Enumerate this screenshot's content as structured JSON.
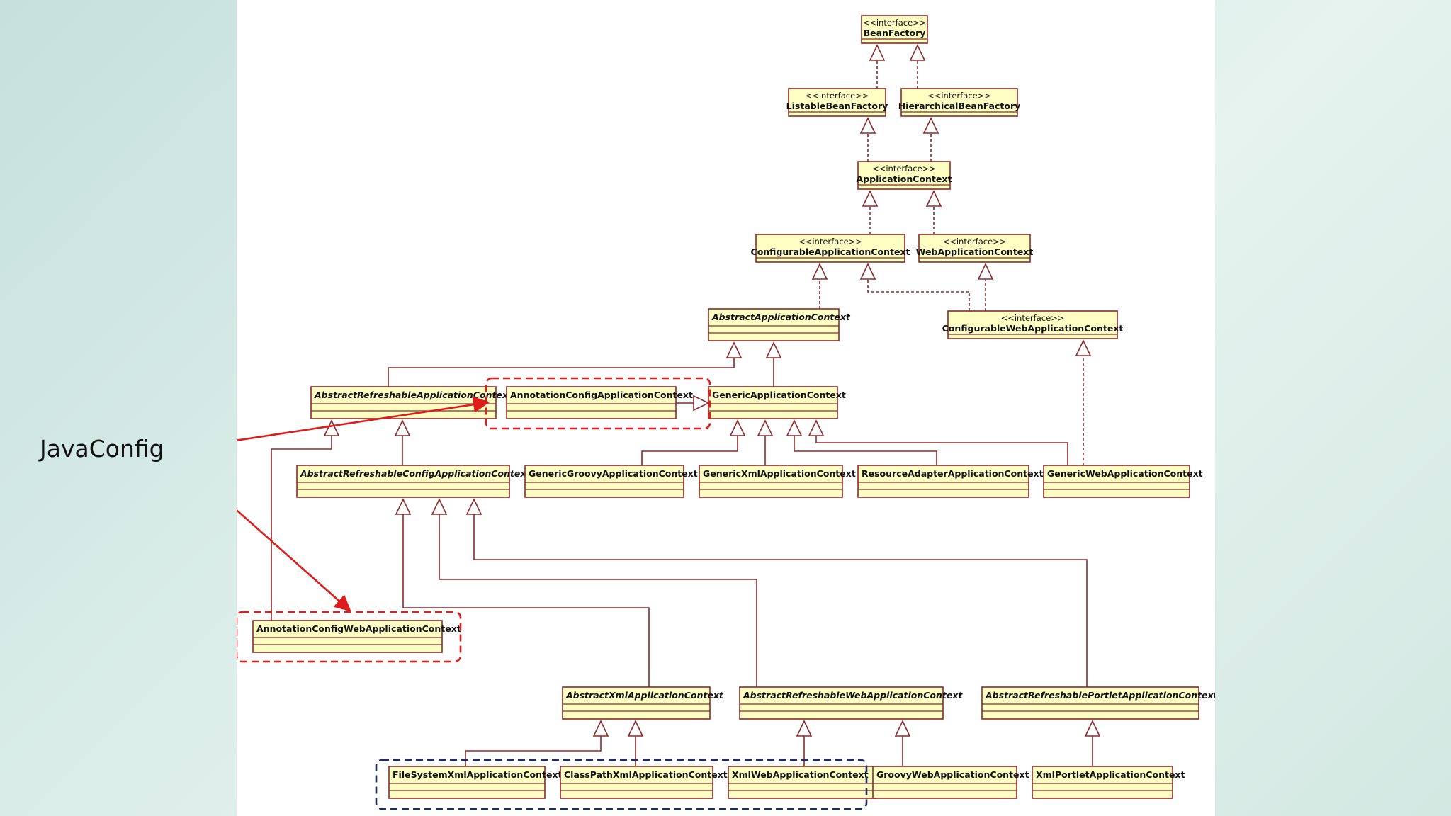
{
  "callout": {
    "label": "JavaConfig"
  },
  "stereotype": "<<interface>>",
  "colors": {
    "box_fill": "#ffffc4",
    "box_stroke": "#8b2a2a",
    "inherit_line": "#8b2a2a",
    "callout": "#e01b1b",
    "group_red": "#e01b1b",
    "group_blue": "#1f2d5c"
  },
  "classes": [
    {
      "id": "BeanFactory",
      "label": "BeanFactory",
      "interface": true
    },
    {
      "id": "ListableBeanFactory",
      "label": "ListableBeanFactory",
      "interface": true
    },
    {
      "id": "HierarchicalBeanFactory",
      "label": "HierarchicalBeanFactory",
      "interface": true
    },
    {
      "id": "ApplicationContext",
      "label": "ApplicationContext",
      "interface": true
    },
    {
      "id": "ConfigurableApplicationContext",
      "label": "ConfigurableApplicationContext",
      "interface": true
    },
    {
      "id": "WebApplicationContext",
      "label": "WebApplicationContext",
      "interface": true
    },
    {
      "id": "AbstractApplicationContext",
      "label": "AbstractApplicationContext",
      "abstract": true
    },
    {
      "id": "ConfigurableWebApplicationContext",
      "label": "ConfigurableWebApplicationContext",
      "interface": true
    },
    {
      "id": "AbstractRefreshableApplicationContext",
      "label": "AbstractRefreshableApplicationContext",
      "abstract": true
    },
    {
      "id": "AnnotationConfigApplicationContext",
      "label": "AnnotationConfigApplicationContext"
    },
    {
      "id": "GenericApplicationContext",
      "label": "GenericApplicationContext"
    },
    {
      "id": "AbstractRefreshableConfigApplicationContext",
      "label": "AbstractRefreshableConfigApplicationContext",
      "abstract": true
    },
    {
      "id": "GenericGroovyApplicationContext",
      "label": "GenericGroovyApplicationContext"
    },
    {
      "id": "GenericXmlApplicationContext",
      "label": "GenericXmlApplicationContext"
    },
    {
      "id": "ResourceAdapterApplicationContext",
      "label": "ResourceAdapterApplicationContext"
    },
    {
      "id": "GenericWebApplicationContext",
      "label": "GenericWebApplicationContext"
    },
    {
      "id": "AnnotationConfigWebApplicationContext",
      "label": "AnnotationConfigWebApplicationContext"
    },
    {
      "id": "AbstractXmlApplicationContext",
      "label": "AbstractXmlApplicationContext",
      "abstract": true
    },
    {
      "id": "AbstractRefreshableWebApplicationContext",
      "label": "AbstractRefreshableWebApplicationContext",
      "abstract": true
    },
    {
      "id": "AbstractRefreshablePortletApplicationContext",
      "label": "AbstractRefreshablePortletApplicationContext",
      "abstract": true
    },
    {
      "id": "FileSystemXmlApplicationContext",
      "label": "FileSystemXmlApplicationContext"
    },
    {
      "id": "ClassPathXmlApplicationContext",
      "label": "ClassPathXmlApplicationContext"
    },
    {
      "id": "XmlWebApplicationContext",
      "label": "XmlWebApplicationContext"
    },
    {
      "id": "GroovyWebApplicationContext",
      "label": "GroovyWebApplicationContext"
    },
    {
      "id": "XmlPortletApplicationContext",
      "label": "XmlPortletApplicationContext"
    }
  ],
  "relations": [
    {
      "from": "ListableBeanFactory",
      "to": "BeanFactory",
      "kind": "realization"
    },
    {
      "from": "HierarchicalBeanFactory",
      "to": "BeanFactory",
      "kind": "realization"
    },
    {
      "from": "ApplicationContext",
      "to": "ListableBeanFactory",
      "kind": "realization"
    },
    {
      "from": "ApplicationContext",
      "to": "HierarchicalBeanFactory",
      "kind": "realization"
    },
    {
      "from": "ConfigurableApplicationContext",
      "to": "ApplicationContext",
      "kind": "realization"
    },
    {
      "from": "WebApplicationContext",
      "to": "ApplicationContext",
      "kind": "realization"
    },
    {
      "from": "AbstractApplicationContext",
      "to": "ConfigurableApplicationContext",
      "kind": "realization"
    },
    {
      "from": "ConfigurableWebApplicationContext",
      "to": "ConfigurableApplicationContext",
      "kind": "realization"
    },
    {
      "from": "ConfigurableWebApplicationContext",
      "to": "WebApplicationContext",
      "kind": "realization"
    },
    {
      "from": "AbstractRefreshableApplicationContext",
      "to": "AbstractApplicationContext",
      "kind": "generalization"
    },
    {
      "from": "GenericApplicationContext",
      "to": "AbstractApplicationContext",
      "kind": "generalization"
    },
    {
      "from": "AnnotationConfigApplicationContext",
      "to": "GenericApplicationContext",
      "kind": "generalization"
    },
    {
      "from": "AbstractRefreshableConfigApplicationContext",
      "to": "AbstractRefreshableApplicationContext",
      "kind": "generalization"
    },
    {
      "from": "AnnotationConfigWebApplicationContext",
      "to": "AbstractRefreshableApplicationContext",
      "kind": "generalization"
    },
    {
      "from": "GenericGroovyApplicationContext",
      "to": "GenericApplicationContext",
      "kind": "generalization"
    },
    {
      "from": "GenericXmlApplicationContext",
      "to": "GenericApplicationContext",
      "kind": "generalization"
    },
    {
      "from": "ResourceAdapterApplicationContext",
      "to": "GenericApplicationContext",
      "kind": "generalization"
    },
    {
      "from": "GenericWebApplicationContext",
      "to": "GenericApplicationContext",
      "kind": "generalization"
    },
    {
      "from": "GenericWebApplicationContext",
      "to": "ConfigurableWebApplicationContext",
      "kind": "realization"
    },
    {
      "from": "AbstractXmlApplicationContext",
      "to": "AbstractRefreshableConfigApplicationContext",
      "kind": "generalization"
    },
    {
      "from": "AbstractRefreshableWebApplicationContext",
      "to": "AbstractRefreshableConfigApplicationContext",
      "kind": "generalization"
    },
    {
      "from": "AbstractRefreshablePortletApplicationContext",
      "to": "AbstractRefreshableConfigApplicationContext",
      "kind": "generalization"
    },
    {
      "from": "FileSystemXmlApplicationContext",
      "to": "AbstractXmlApplicationContext",
      "kind": "generalization"
    },
    {
      "from": "ClassPathXmlApplicationContext",
      "to": "AbstractXmlApplicationContext",
      "kind": "generalization"
    },
    {
      "from": "XmlWebApplicationContext",
      "to": "AbstractRefreshableWebApplicationContext",
      "kind": "generalization"
    },
    {
      "from": "GroovyWebApplicationContext",
      "to": "AbstractRefreshableWebApplicationContext",
      "kind": "generalization"
    },
    {
      "from": "XmlPortletApplicationContext",
      "to": "AbstractRefreshablePortletApplicationContext",
      "kind": "generalization"
    }
  ],
  "highlight_groups": [
    {
      "name": "javaconfig-group-annotation-config",
      "style": "red-dashed",
      "members": [
        "AnnotationConfigApplicationContext"
      ]
    },
    {
      "name": "javaconfig-group-annotation-config-web",
      "style": "red-dashed",
      "members": [
        "AnnotationConfigWebApplicationContext"
      ]
    },
    {
      "name": "xml-group",
      "style": "blue-dashed",
      "members": [
        "FileSystemXmlApplicationContext",
        "ClassPathXmlApplicationContext",
        "XmlWebApplicationContext"
      ]
    }
  ],
  "callout_targets": [
    "AnnotationConfigApplicationContext",
    "AnnotationConfigWebApplicationContext"
  ]
}
